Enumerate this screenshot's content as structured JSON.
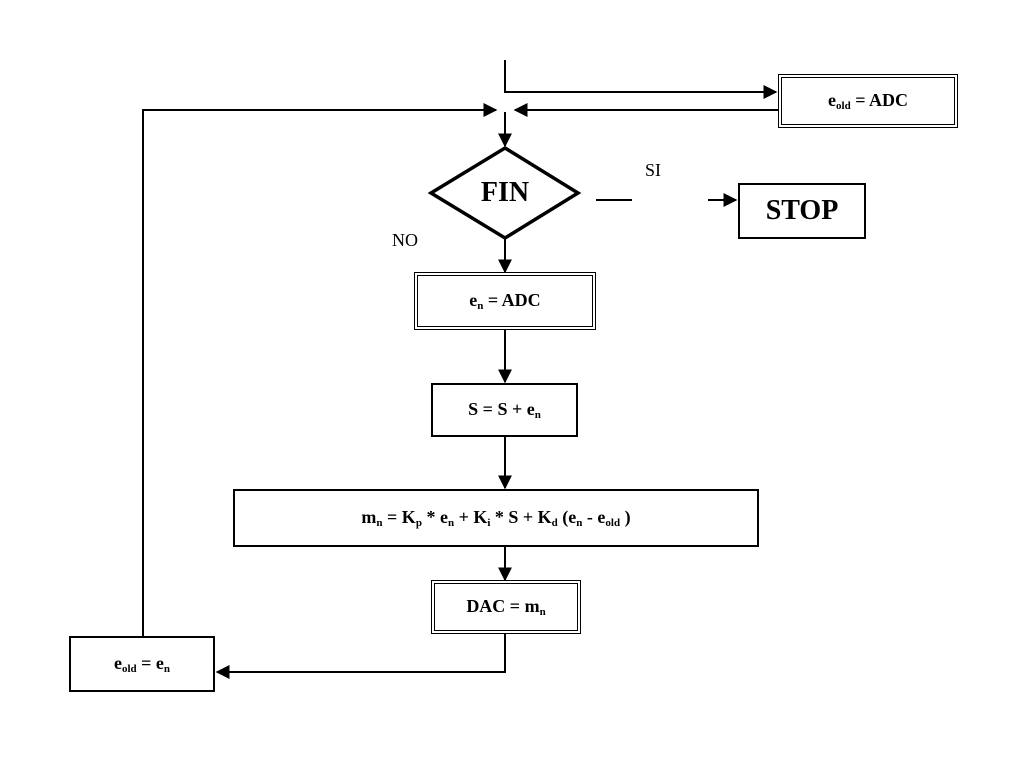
{
  "nodes": {
    "eold_adc": {
      "var": "e",
      "sub": "old",
      "rest": " = ADC"
    },
    "fin": "FIN",
    "stop": "STOP",
    "en_adc": {
      "var": "e",
      "sub": "n",
      "rest": " = ADC"
    },
    "s_update": {
      "pre": "S = S + e",
      "sub": "n"
    },
    "pid": {
      "m": "m",
      "m_sub": "n",
      "p1": " = K",
      "kp_sub": "p",
      "p2": " * e",
      "en1_sub": "n",
      "p3": " + K",
      "ki_sub": "i",
      "p4": " * S + K",
      "kd_sub": "d",
      "p5": " (e",
      "en2_sub": "n",
      "p6": " - e",
      "eold_sub": "old",
      "p7": " )"
    },
    "dac": {
      "pre": "DAC = m",
      "sub": "n"
    },
    "eold_en": {
      "var": "e",
      "sub1": "old",
      "mid": " = e",
      "sub2": "n"
    }
  },
  "labels": {
    "si": "SI",
    "no": "NO"
  }
}
